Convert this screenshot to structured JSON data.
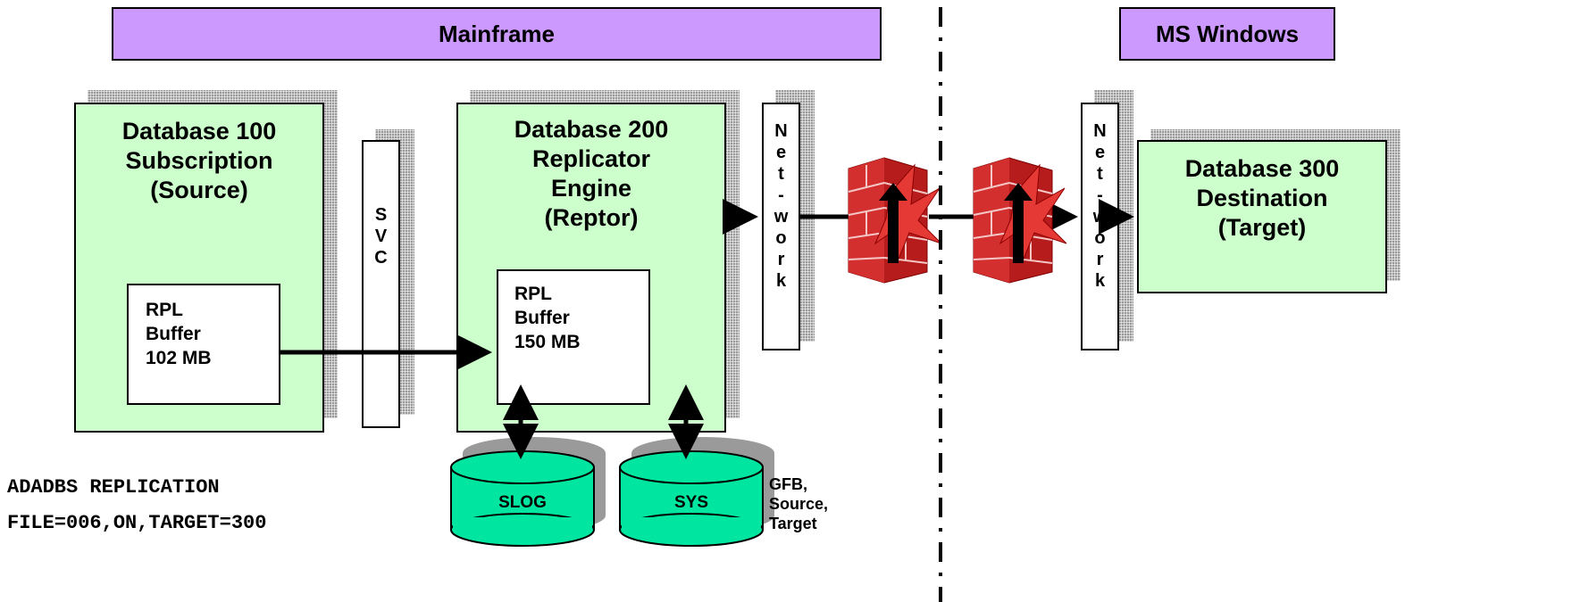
{
  "headers": {
    "mainframe": "Mainframe",
    "ms_windows": "MS Windows"
  },
  "db100": {
    "title_lines": [
      "Database 100",
      "Subscription",
      "(Source)"
    ],
    "buffer_lines": [
      "RPL",
      "Buffer",
      "102 MB"
    ]
  },
  "svc": {
    "letters": [
      "S",
      "V",
      "C"
    ]
  },
  "db200": {
    "title_lines": [
      "Database 200",
      "Replicator",
      "Engine",
      "(Reptor)"
    ],
    "buffer_lines": [
      "RPL",
      "Buffer",
      "150 MB"
    ]
  },
  "network_left": {
    "letters": [
      "N",
      "e",
      "t",
      "-",
      "w",
      "o",
      "r",
      "k"
    ]
  },
  "network_right": {
    "letters": [
      "N",
      "e",
      "t",
      "-",
      "w",
      "o",
      "r",
      "k"
    ]
  },
  "db300": {
    "title_lines": [
      "Database 300",
      "Destination",
      "(Target)"
    ]
  },
  "disks": {
    "slog": "SLOG",
    "sys": "SYS",
    "sys_note_lines": [
      "GFB,",
      "Source,",
      "Target"
    ]
  },
  "command": {
    "lines": [
      "ADADBS REPLICATION",
      "FILE=006,ON,TARGET=300"
    ]
  },
  "colors": {
    "header_fill": "#cc99ff",
    "db_fill": "#ccffcc",
    "disk_fill": "#00e6a0",
    "firewall": "#c62828"
  }
}
